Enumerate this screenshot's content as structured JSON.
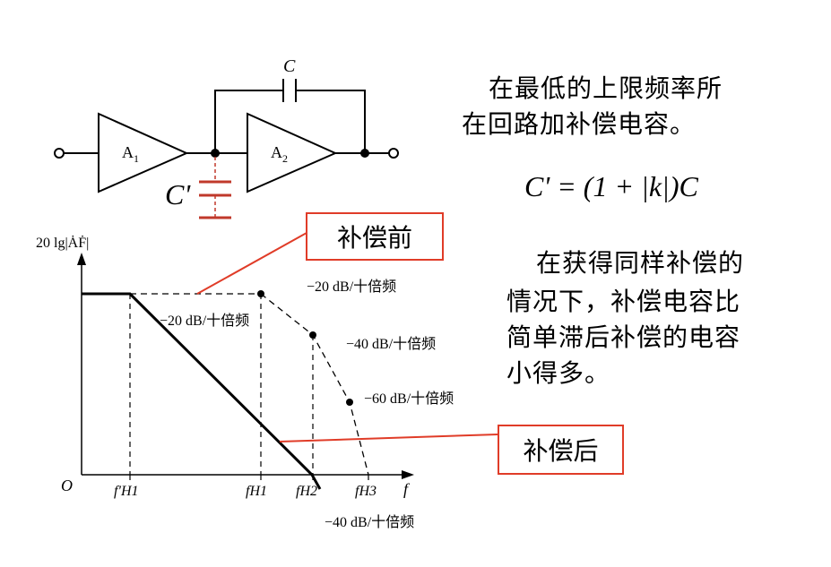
{
  "circuit": {
    "amp1_label": "A",
    "amp1_sub": "1",
    "amp2_label": "A",
    "amp2_sub": "2",
    "feedback_cap_label": "C",
    "comp_cap_label": "C'"
  },
  "text_block_1": {
    "line1": "在最低的上限频率所",
    "line2": "在回路加补偿电容。"
  },
  "formula": "C' = (1 + |k|)C",
  "text_block_2": {
    "line1": "在获得同样补偿的",
    "line2": "情况下，补偿电容比",
    "line3": "简单滞后补偿的电容",
    "line4": "小得多。"
  },
  "callouts": {
    "before": "补偿前",
    "after": "补偿后"
  },
  "plot": {
    "ylabel": "20 lg|ȦḞ|",
    "origin": "O",
    "x_axis": "f",
    "ticks": [
      "f′H1",
      "fH1",
      "fH2",
      "fH3"
    ],
    "slope_labels": {
      "before_1": "−20 dB/十倍频",
      "compensated": "−20 dB/十倍频",
      "before_2": "−40 dB/十倍频",
      "before_3": "−60 dB/十倍频",
      "after_2": "−40 dB/十倍频"
    }
  },
  "colors": {
    "capacitor": "#c0392b",
    "callout_border": "#e03c28",
    "callout_line": "#e03c28"
  }
}
